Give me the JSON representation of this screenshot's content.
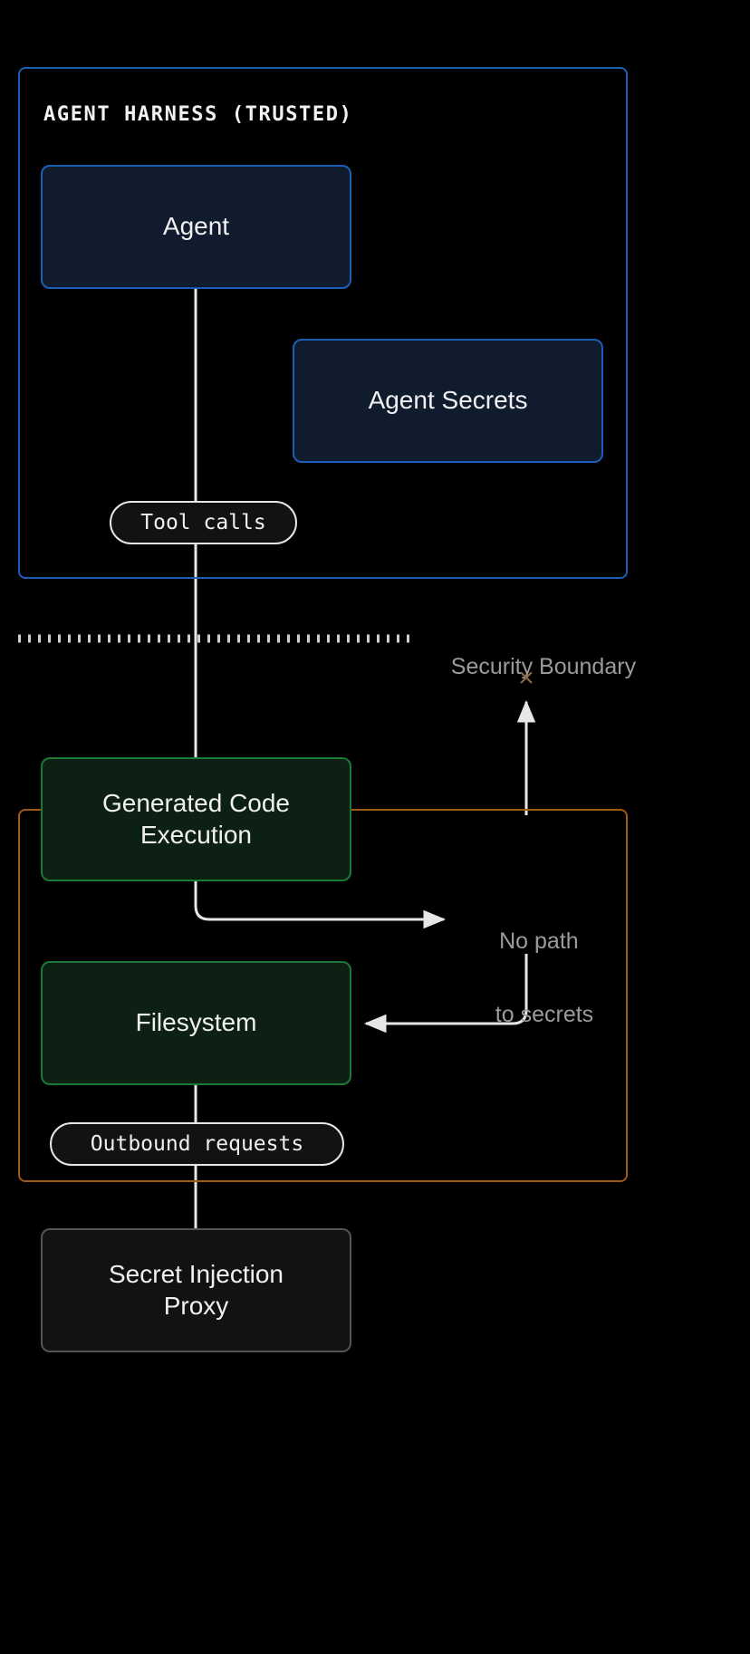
{
  "diagram": {
    "type": "security-architecture-flow",
    "background_color": "#000000",
    "groups": [
      {
        "id": "agent-harness",
        "title": "AGENT HARNESS (TRUSTED)",
        "border_color": "#1a5fb4",
        "trust": "trusted"
      },
      {
        "id": "sandbox",
        "title": "",
        "border_color": "#a05a14",
        "trust": "untrusted"
      }
    ],
    "nodes": [
      {
        "id": "agent",
        "label": "Agent",
        "group": "agent-harness",
        "fill": "#101c2e",
        "border": "#1a5fb4"
      },
      {
        "id": "agent-secrets",
        "label": "Agent Secrets",
        "group": "agent-harness",
        "fill": "#101c2e",
        "border": "#1a5fb4"
      },
      {
        "id": "generated-code-execution",
        "label": "Generated Code Execution",
        "label_line_1": "Generated Code",
        "label_line_2": "Execution",
        "group": "sandbox",
        "fill": "#0c2113",
        "border": "#1a7a35"
      },
      {
        "id": "filesystem",
        "label": "Filesystem",
        "group": "sandbox",
        "fill": "#0c2113",
        "border": "#1a7a35"
      },
      {
        "id": "secret-injection-proxy",
        "label": "Secret Injection Proxy",
        "label_line_1": "Secret Injection",
        "label_line_2": "Proxy",
        "group": "none",
        "fill": "#121212",
        "border": "#555555"
      }
    ],
    "edges": [
      {
        "id": "agent-to-code",
        "from": "agent",
        "to": "generated-code-execution",
        "label": "Tool calls",
        "style": "solid",
        "color": "#e6e6e6"
      },
      {
        "id": "code-to-nopath",
        "from": "generated-code-execution",
        "to": "no-path-marker",
        "label": "",
        "style": "solid-arrow",
        "color": "#e6e6e6"
      },
      {
        "id": "nopath-to-filesystem",
        "from": "no-path-marker",
        "to": "filesystem",
        "label": "",
        "style": "solid-arrow",
        "color": "#e6e6e6"
      },
      {
        "id": "filesystem-to-proxy",
        "from": "filesystem",
        "to": "secret-injection-proxy",
        "label": "Outbound requests",
        "style": "solid",
        "color": "#e6e6e6"
      },
      {
        "id": "blocked-to-secrets",
        "from": "sandbox",
        "to": "agent-secrets",
        "label": "No path to secrets",
        "style": "solid-arrow-blocked",
        "color": "#e6e6e6"
      }
    ],
    "boundary": {
      "label": "Security Boundary",
      "style": "dotted",
      "color": "#cfcfcf",
      "label_color": "#9b9b9b",
      "blocked_marker": "×",
      "blocked_marker_color": "#8a6a44",
      "blocked_marker_name": "boundary-cross-icon"
    },
    "annotations": {
      "no_path": "No path\nto secrets",
      "no_path_line_1": "No path",
      "no_path_line_2": "to secrets",
      "no_path_color": "#9b9b9b"
    }
  }
}
